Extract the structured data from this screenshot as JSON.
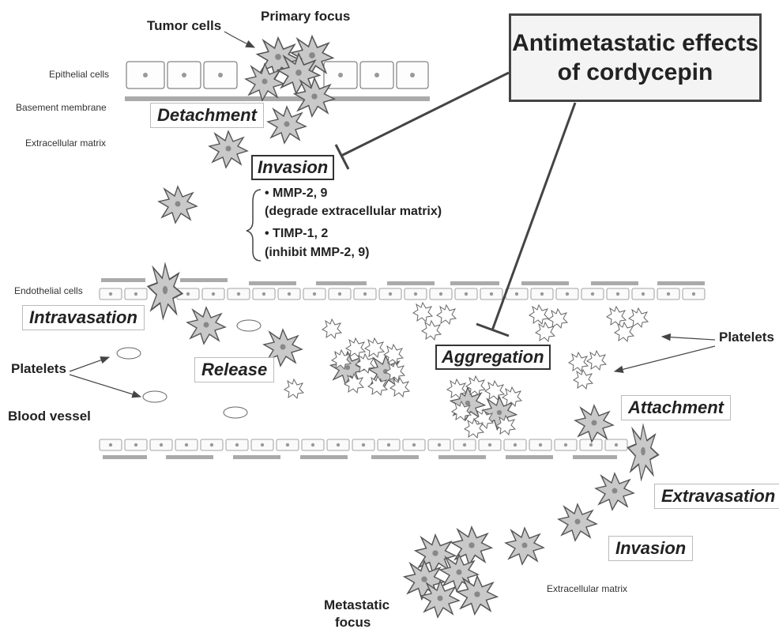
{
  "title": {
    "line1": "Antimetastatic effects",
    "line2": "of cordycepin"
  },
  "labels": {
    "tumor_cells": "Tumor cells",
    "primary_focus": "Primary focus",
    "epithelial_cells": "Epithelial cells",
    "basement_membrane": "Basement membrane",
    "extracellular_matrix_top": "Extracellular matrix",
    "endothelial_cells": "Endothelial cells",
    "platelets_left": "Platelets",
    "blood_vessel": "Blood vessel",
    "platelets_right": "Platelets",
    "extracellular_matrix_bottom": "Extracellular matrix",
    "metastatic_focus_1": "Metastatic",
    "metastatic_focus_2": "focus"
  },
  "stages": {
    "detachment": "Detachment",
    "invasion_top": "Invasion",
    "intravasation": "Intravasation",
    "release": "Release",
    "aggregation": "Aggregation",
    "attachment": "Attachment",
    "extravasation": "Extravasation",
    "invasion_bottom": "Invasion"
  },
  "invasion_notes": [
    "• MMP-2, 9",
    "(degrade extracellular matrix)",
    "• TIMP-1, 2",
    "(inhibit MMP-2, 9)"
  ]
}
